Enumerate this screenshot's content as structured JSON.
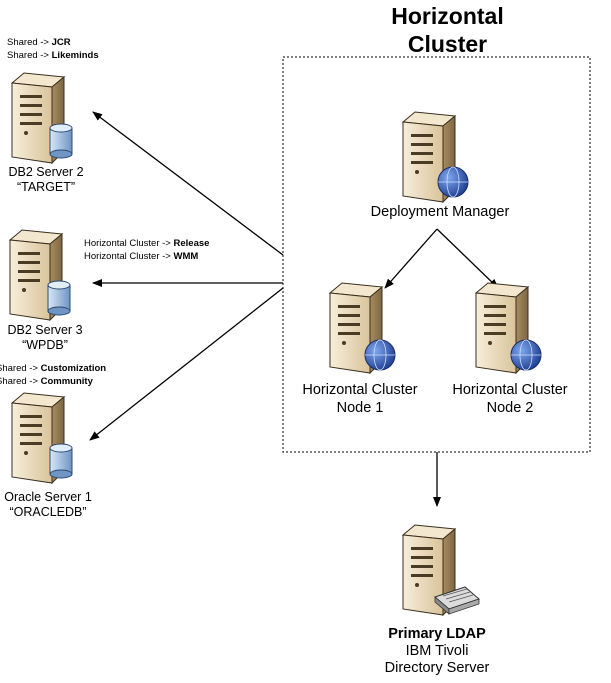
{
  "title_line1": "Horizontal",
  "title_line2": "Cluster",
  "deployment_manager": {
    "label": "Deployment Manager"
  },
  "node1": {
    "line1": "Horizontal Cluster",
    "line2": "Node 1"
  },
  "node2": {
    "line1": "Horizontal Cluster",
    "line2": "Node 2"
  },
  "ldap": {
    "line1": "Primary LDAP",
    "line2": "IBM Tivoli",
    "line3": "Directory Server"
  },
  "db2_server2": {
    "line1": "DB2 Server 2",
    "line2": "“TARGET”",
    "notes": [
      {
        "prefix": "Shared -> ",
        "name": "JCR"
      },
      {
        "prefix": "Shared -> ",
        "name": "Likeminds"
      }
    ]
  },
  "db2_server3": {
    "line1": "DB2 Server 3",
    "line2": "“WPDB”",
    "notes": [
      {
        "prefix": "Horizontal Cluster -> ",
        "name": "Release"
      },
      {
        "prefix": "Horizontal Cluster -> ",
        "name": "WMM"
      }
    ]
  },
  "oracle_server1": {
    "line1": "Oracle Server 1",
    "line2": "“ORACLEDB”",
    "notes": [
      {
        "prefix": "Shared -> ",
        "name": "Customization"
      },
      {
        "prefix": "Shared -> ",
        "name": "Community"
      }
    ]
  },
  "colors": {
    "tower_light": "#efe3c8",
    "tower_dark": "#b89e72",
    "globe": "#2a4fa8",
    "db_cylinder": "#a9c7e6"
  }
}
